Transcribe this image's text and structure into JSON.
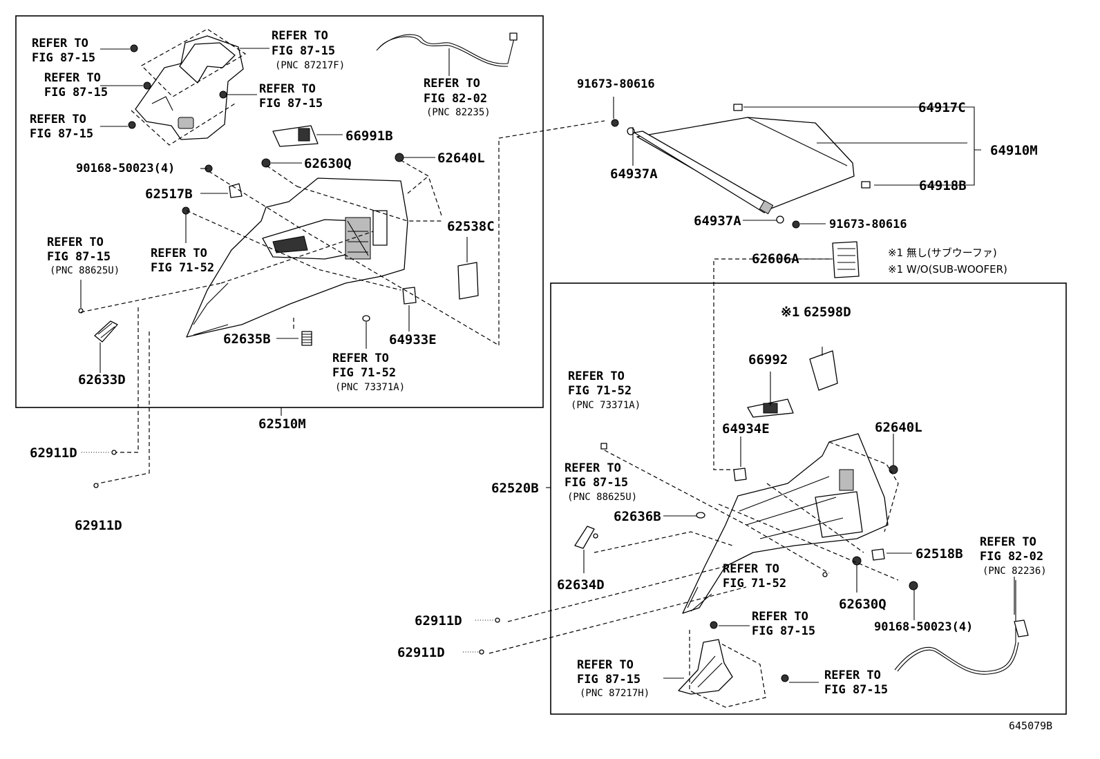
{
  "illustration_number": "645079B",
  "notes": {
    "line1": "※1 無し(サブウーファ)",
    "line2": "※1 W/O(SUB-WOOFER)"
  },
  "group_labels": {
    "left_assembly": "62510M",
    "right_assembly": "62520B",
    "cover": "64910M"
  },
  "left": {
    "ref_a": [
      "REFER TO",
      "FIG 87-15"
    ],
    "ref_b": [
      "REFER TO",
      "FIG 87-15"
    ],
    "ref_c": [
      "REFER TO",
      "FIG 87-15"
    ],
    "ref_d": [
      "REFER TO",
      "FIG 87-15",
      "(PNC 87217F)"
    ],
    "ref_e": [
      "REFER TO",
      "FIG 87-15"
    ],
    "ref_f": [
      "REFER TO",
      "FIG 82-02",
      "(PNC 82235)"
    ],
    "ref_g": [
      "REFER TO",
      "FIG 87-15",
      "(PNC 88625U)"
    ],
    "ref_h": [
      "REFER TO",
      "FIG 71-52"
    ],
    "ref_i": [
      "REFER TO",
      "FIG 71-52",
      "(PNC 73371A)"
    ],
    "p_66991B": "66991B",
    "p_62630Q": "62630Q",
    "p_62640L": "62640L",
    "p_90168": "90168-50023(4)",
    "p_62517B": "62517B",
    "p_62538C": "62538C",
    "p_64933E": "64933E",
    "p_62635B": "62635B",
    "p_62633D": "62633D"
  },
  "outside": {
    "p_62911D_a": "62911D",
    "p_62911D_b": "62911D",
    "p_62911D_c": "62911D",
    "p_62911D_d": "62911D"
  },
  "cover": {
    "p_91673_a": "91673-80616",
    "p_91673_b": "91673-80616",
    "p_64917C": "64917C",
    "p_64937A_a": "64937A",
    "p_64937A_b": "64937A",
    "p_64918B": "64918B",
    "p_62606A": "62606A"
  },
  "right": {
    "p_62598D_mark": "※1",
    "p_62598D": "62598D",
    "p_66992": "66992",
    "p_64934E": "64934E",
    "p_62640L": "62640L",
    "p_62636B": "62636B",
    "p_62518B": "62518B",
    "p_62634D": "62634D",
    "p_62630Q": "62630Q",
    "p_90168": "90168-50023(4)",
    "ref_a": [
      "REFER TO",
      "FIG 71-52",
      "(PNC 73371A)"
    ],
    "ref_b": [
      "REFER TO",
      "FIG 87-15",
      "(PNC 88625U)"
    ],
    "ref_c": [
      "REFER TO",
      "FIG 71-52"
    ],
    "ref_d": [
      "REFER TO",
      "FIG 87-15"
    ],
    "ref_e": [
      "REFER TO",
      "FIG 87-15",
      "(PNC 87217H)"
    ],
    "ref_f": [
      "REFER TO",
      "FIG 87-15"
    ],
    "ref_g": [
      "REFER TO",
      "FIG 82-02",
      "(PNC 82236)"
    ]
  }
}
